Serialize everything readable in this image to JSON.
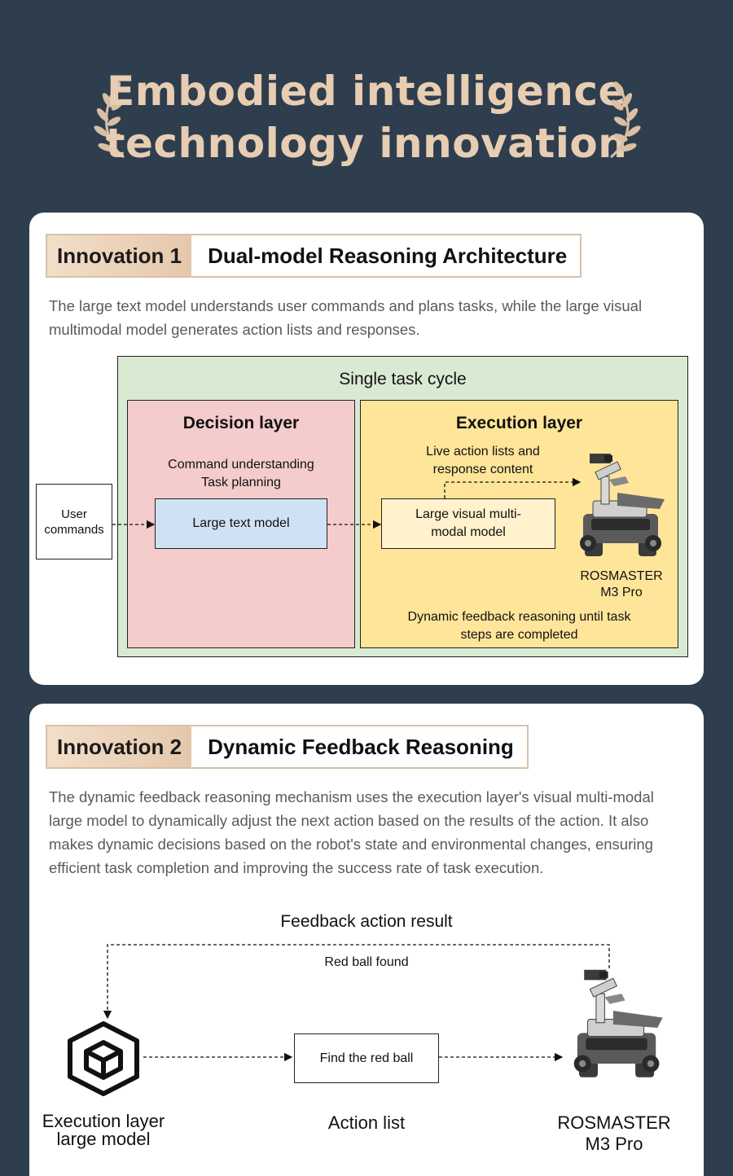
{
  "hero": {
    "title_line1": "Embodied intelligence",
    "title_line2": "technology innovation"
  },
  "innovation1": {
    "badge": "Innovation 1",
    "title": "Dual-model Reasoning Architecture",
    "description": "The large text model understands user commands and plans tasks, while the large visual multimodal model generates action lists and responses.",
    "diagram": {
      "cycle_title": "Single task cycle",
      "user_commands": "User commands",
      "decision_title": "Decision layer",
      "decision_sub1": "Command understanding",
      "decision_sub2": "Task planning",
      "text_model": "Large text model",
      "execution_title": "Execution layer",
      "live_action1": "Live action lists and",
      "live_action2": "response content",
      "visual_model1": "Large visual multi-",
      "visual_model2": "modal model",
      "robot_name1": "ROSMASTER",
      "robot_name2": "M3 Pro",
      "feedback1": "Dynamic feedback reasoning until task",
      "feedback2": "steps are completed",
      "colors": {
        "cycle_bg": "#d9ead3",
        "decision_bg": "#f4cccc",
        "execution_bg": "#ffe599",
        "text_model_bg": "#cfe2f3",
        "visual_model_bg": "#fff2cc"
      }
    }
  },
  "innovation2": {
    "badge": "Innovation 2",
    "title": "Dynamic Feedback Reasoning",
    "description": "The dynamic feedback reasoning mechanism uses the execution layer's visual multi-modal large model to dynamically adjust the next action based on the results of the action. It also makes dynamic decisions based on the robot's state and environmental changes, ensuring efficient task completion and improving the success rate of task execution.",
    "diagram": {
      "feedback_title": "Feedback action result",
      "red_ball_found": "Red ball found",
      "find_red_ball": "Find the red ball",
      "exec_label1": "Execution layer",
      "exec_label2": "large model",
      "action_list": "Action list",
      "robot_name1": "ROSMASTER",
      "robot_name2": "M3 Pro",
      "icon": "cube-icon"
    }
  }
}
